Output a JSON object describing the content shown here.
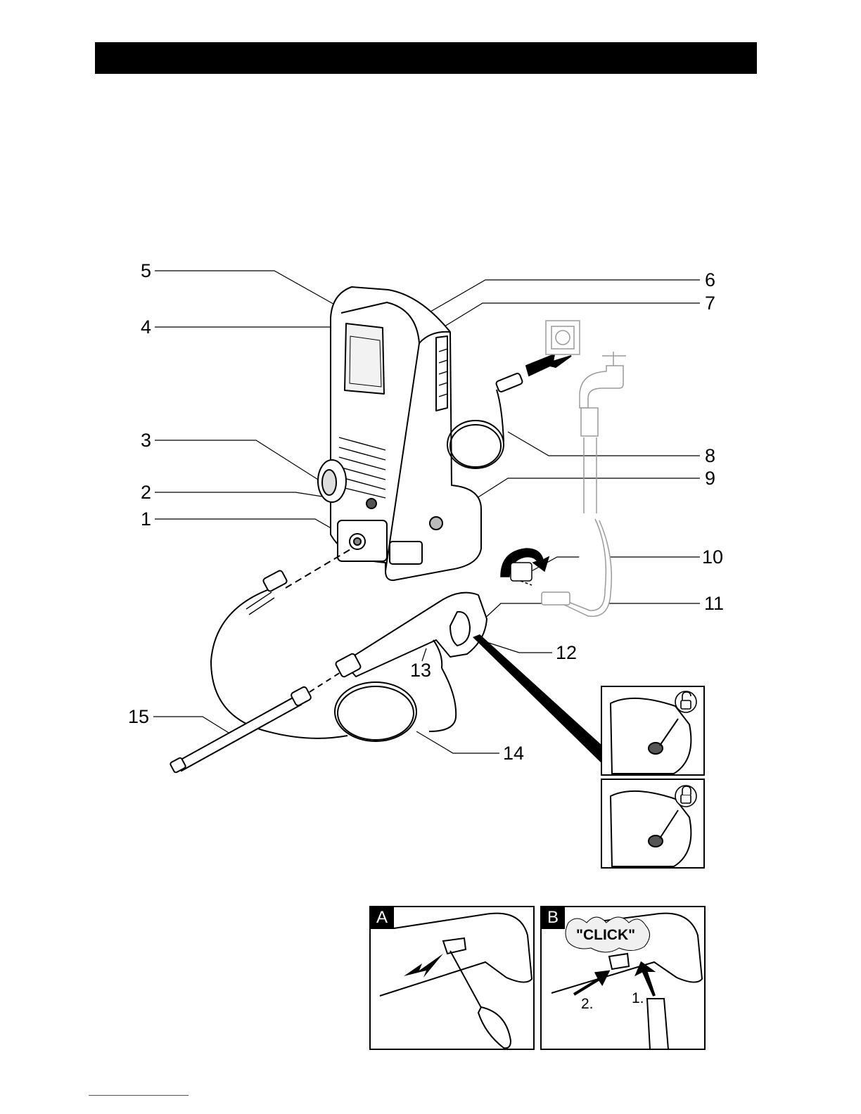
{
  "callouts": {
    "c1": "1",
    "c2": "2",
    "c3": "3",
    "c4": "4",
    "c5": "5",
    "c6": "6",
    "c7": "7",
    "c8": "8",
    "c9": "9",
    "c10": "10",
    "c11": "11",
    "c12": "12",
    "c13": "13",
    "c14": "14",
    "c15": "15"
  },
  "detail_panels": {
    "a_label": "A",
    "b_label": "B",
    "click_text": "\"CLICK\"",
    "step_1": "1.",
    "step_2": "2."
  },
  "icons": [
    "lock-open-icon",
    "lock-closed-icon",
    "power-socket-icon",
    "water-tap-icon",
    "rotate-arrow-icon",
    "screwdriver-icon"
  ],
  "colors": {
    "ink": "#000000",
    "header_bar": "#000000",
    "faded_line": "#9a9a9a",
    "link_underline": "#3355cc"
  }
}
